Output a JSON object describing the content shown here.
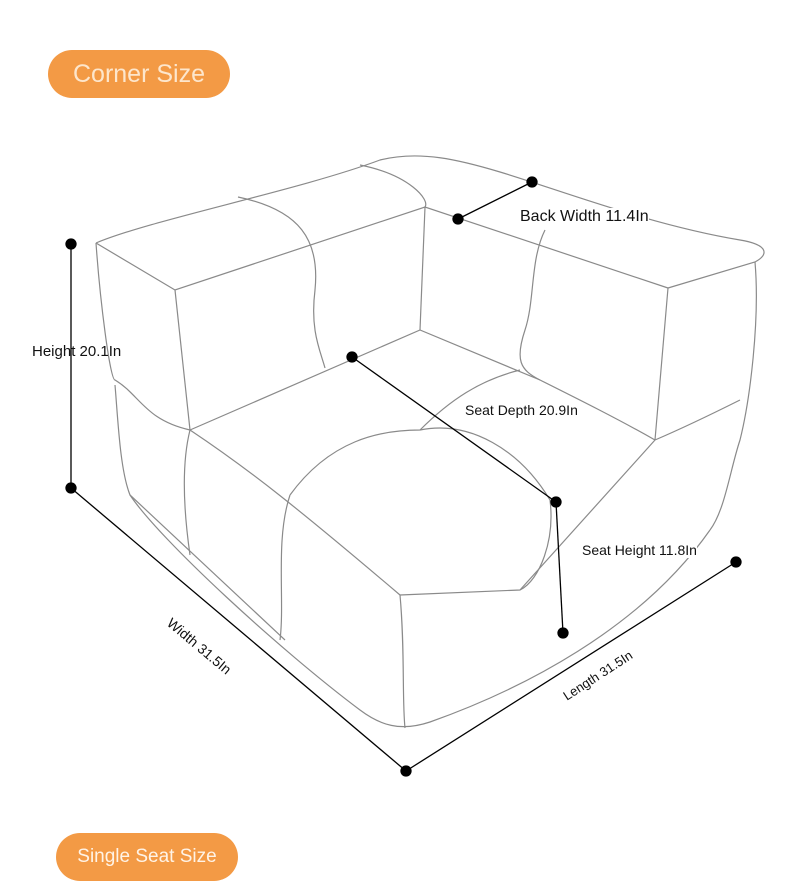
{
  "badges": {
    "top": "Corner Size",
    "bottom": "Single Seat Size"
  },
  "dimensions": {
    "back_width": "Back Width 11.4In",
    "height": "Height 20.1In",
    "seat_depth": "Seat Depth 20.9In",
    "seat_height": "Seat Height 11.8In",
    "width": "Width 31.5In",
    "length": "Length 31.5In"
  },
  "colors": {
    "accent": "#f39a45",
    "line": "#888888"
  }
}
